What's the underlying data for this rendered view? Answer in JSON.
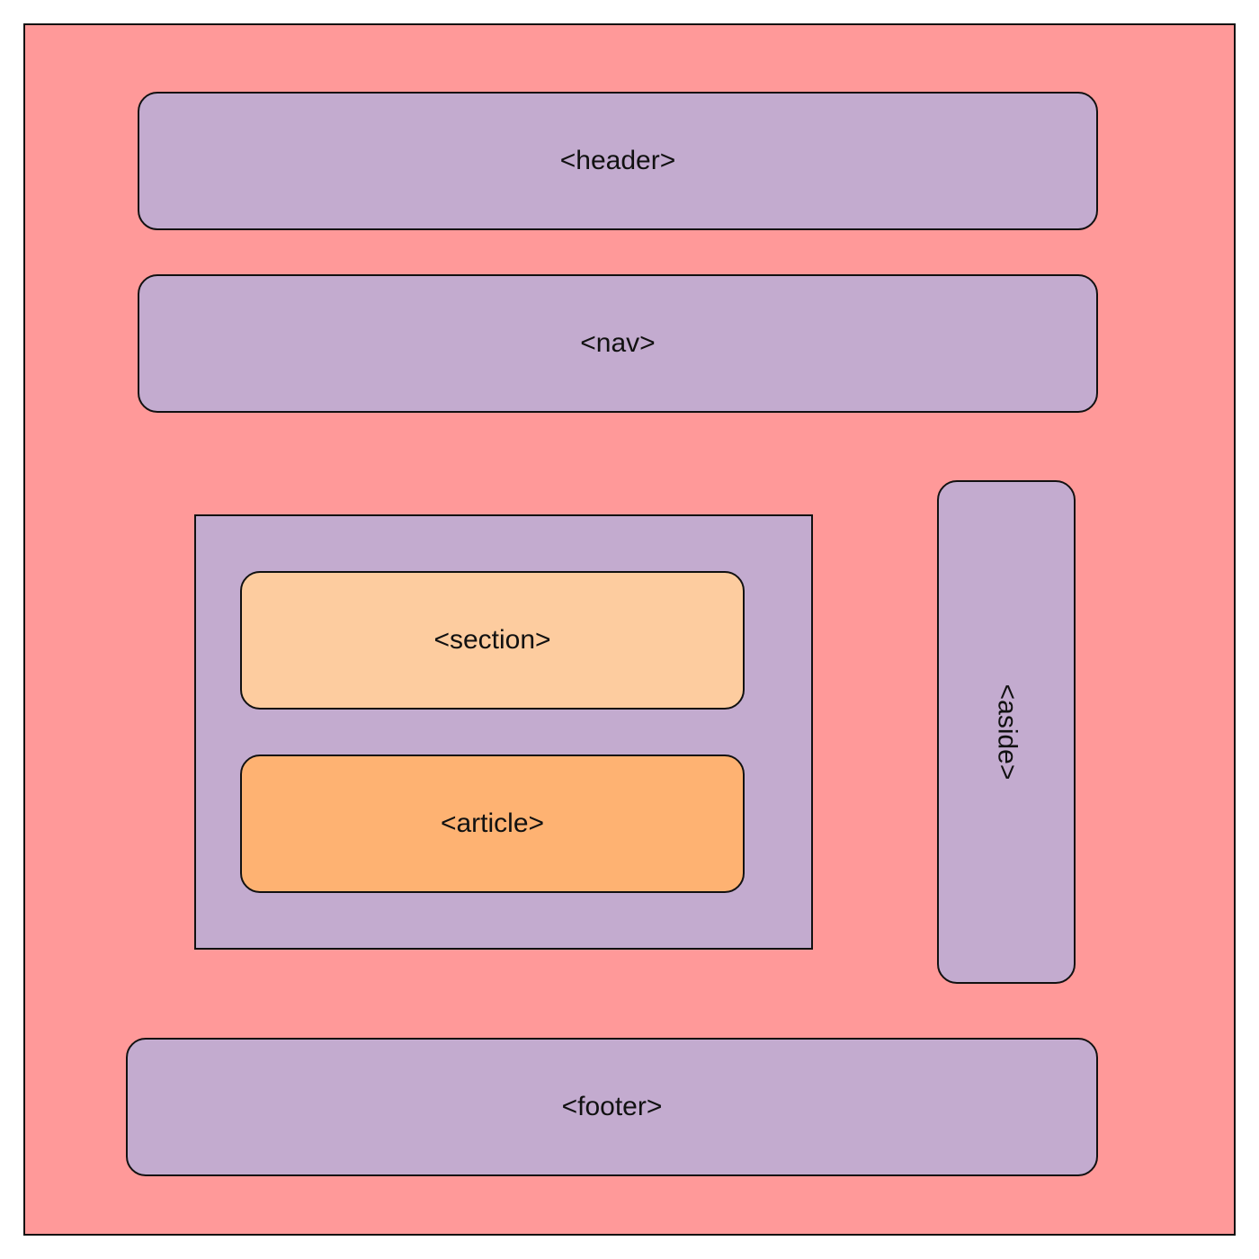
{
  "colors": {
    "page_background": "#ffffff",
    "container_fill": "#ff9999",
    "element_fill": "#c3abcf",
    "section_fill": "#fdcc9f",
    "article_fill": "#feb272",
    "stroke": "#111111"
  },
  "boxes": {
    "header": "<header>",
    "nav": "<nav>",
    "main": "",
    "section": "<section>",
    "article": "<article>",
    "aside": "<aside>",
    "footer": "<footer>"
  }
}
